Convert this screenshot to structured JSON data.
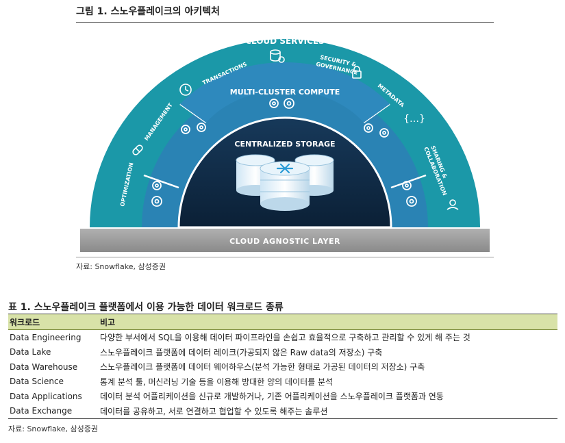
{
  "figure": {
    "title": "그림 1.  스노우플레이크의 아키텍처",
    "source": "자료: Snowflake, 삼성증권",
    "diagram": {
      "outer_title": "CLOUD SERVICES",
      "outer_labels": [
        "OPTIMIZATION",
        "MANAGEMENT",
        "TRANSACTIONS",
        "SECURITY &",
        "GOVERNANCE",
        "METADATA",
        "SHARING &",
        "COLLABORATION"
      ],
      "middle_title": "MULTI-CLUSTER COMPUTE",
      "inner_title": "CENTRALIZED STORAGE",
      "base_label": "CLOUD AGNOSTIC LAYER",
      "icons": [
        "pill-icon",
        "clock-gear-icon",
        "database-refresh-icon",
        "lock-icon",
        "braces-icon",
        "hand-share-icon",
        "gear-icon",
        "snowflake-icon",
        "database-cylinder-icon"
      ],
      "colors": {
        "outer_ring": "#1b98a8",
        "middle_ring": "#1d6f9e",
        "inner_dome": "#0f2b45",
        "base": "#9a9a9a"
      }
    }
  },
  "table": {
    "title": "표 1.  스노우플레이크 플랫폼에서 이용 가능한 데이터 워크로드 종류",
    "headers": [
      "워크로드",
      "비고"
    ],
    "rows": [
      [
        "Data Engineering",
        "다양한 부서에서 SQL을 이용해 데이터 파이프라인을 손쉽고 효율적으로 구축하고 관리할 수 있게 해 주는 것"
      ],
      [
        "Data Lake",
        "스노우플레이크 플랫폼에 데이터 레이크(가공되지 않은 Raw data의 저장소) 구축"
      ],
      [
        "Data Warehouse",
        "스노우플레이크 플랫폼에 데이터 웨어하우스(분석 가능한 형태로 가공된 데이터의 저장소) 구축"
      ],
      [
        "Data Science",
        "통계 분석 툴, 머신러닝 기술 등을 이용해 방대한 양의 데이터를 분석"
      ],
      [
        "Data Applications",
        "데이터 분석 어플리케이션을 신규로 개발하거나, 기존 어플리케이션을 스노우플레이크 플랫폼과 연동"
      ],
      [
        "Data Exchange",
        "데이터를 공유하고, 서로 연결하고 협업할 수 있도록 해주는 솔루션"
      ]
    ],
    "source": "자료: Snowflake, 삼성증권"
  }
}
